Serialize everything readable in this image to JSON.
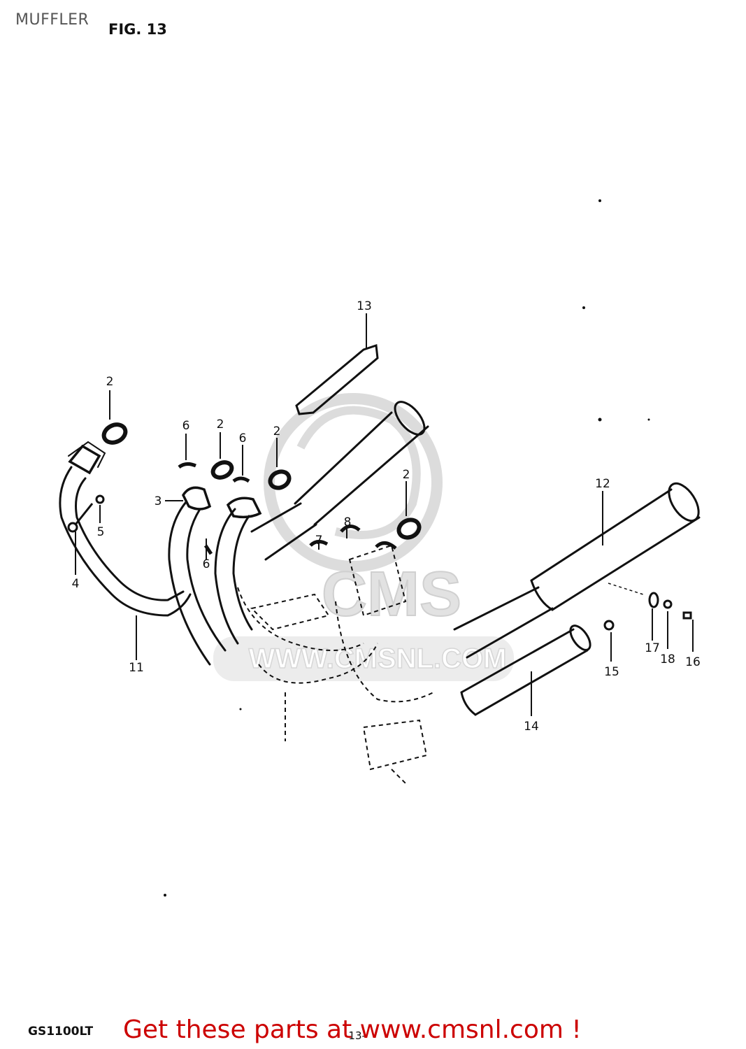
{
  "header": {
    "section_title": "MUFFLER",
    "fig_label": "FIG. 13"
  },
  "footer": {
    "model_code": "GS1100LT",
    "page_number": "-13-",
    "cta": "Get these parts at www.cmsnl.com !"
  },
  "watermark": {
    "logo_text": "CMS",
    "url_text": "WWW.CMSNL.COM"
  },
  "callouts": [
    {
      "id": "c2a",
      "label": "2"
    },
    {
      "id": "c6a",
      "label": "6"
    },
    {
      "id": "c2b",
      "label": "2"
    },
    {
      "id": "c6b",
      "label": "6"
    },
    {
      "id": "c2c",
      "label": "2"
    },
    {
      "id": "c13",
      "label": "13"
    },
    {
      "id": "c2d",
      "label": "2"
    },
    {
      "id": "c12",
      "label": "12"
    },
    {
      "id": "c3",
      "label": "3"
    },
    {
      "id": "c5",
      "label": "5"
    },
    {
      "id": "c4",
      "label": "4"
    },
    {
      "id": "c6c",
      "label": "6"
    },
    {
      "id": "c7",
      "label": "7"
    },
    {
      "id": "c8",
      "label": "8"
    },
    {
      "id": "c11",
      "label": "11"
    },
    {
      "id": "c17",
      "label": "17"
    },
    {
      "id": "c18",
      "label": "18"
    },
    {
      "id": "c16",
      "label": "16"
    },
    {
      "id": "c15",
      "label": "15"
    },
    {
      "id": "c14",
      "label": "14"
    }
  ],
  "colors": {
    "ink": "#111111",
    "cta": "#cc0000",
    "watermark": "#d9d9d9"
  }
}
